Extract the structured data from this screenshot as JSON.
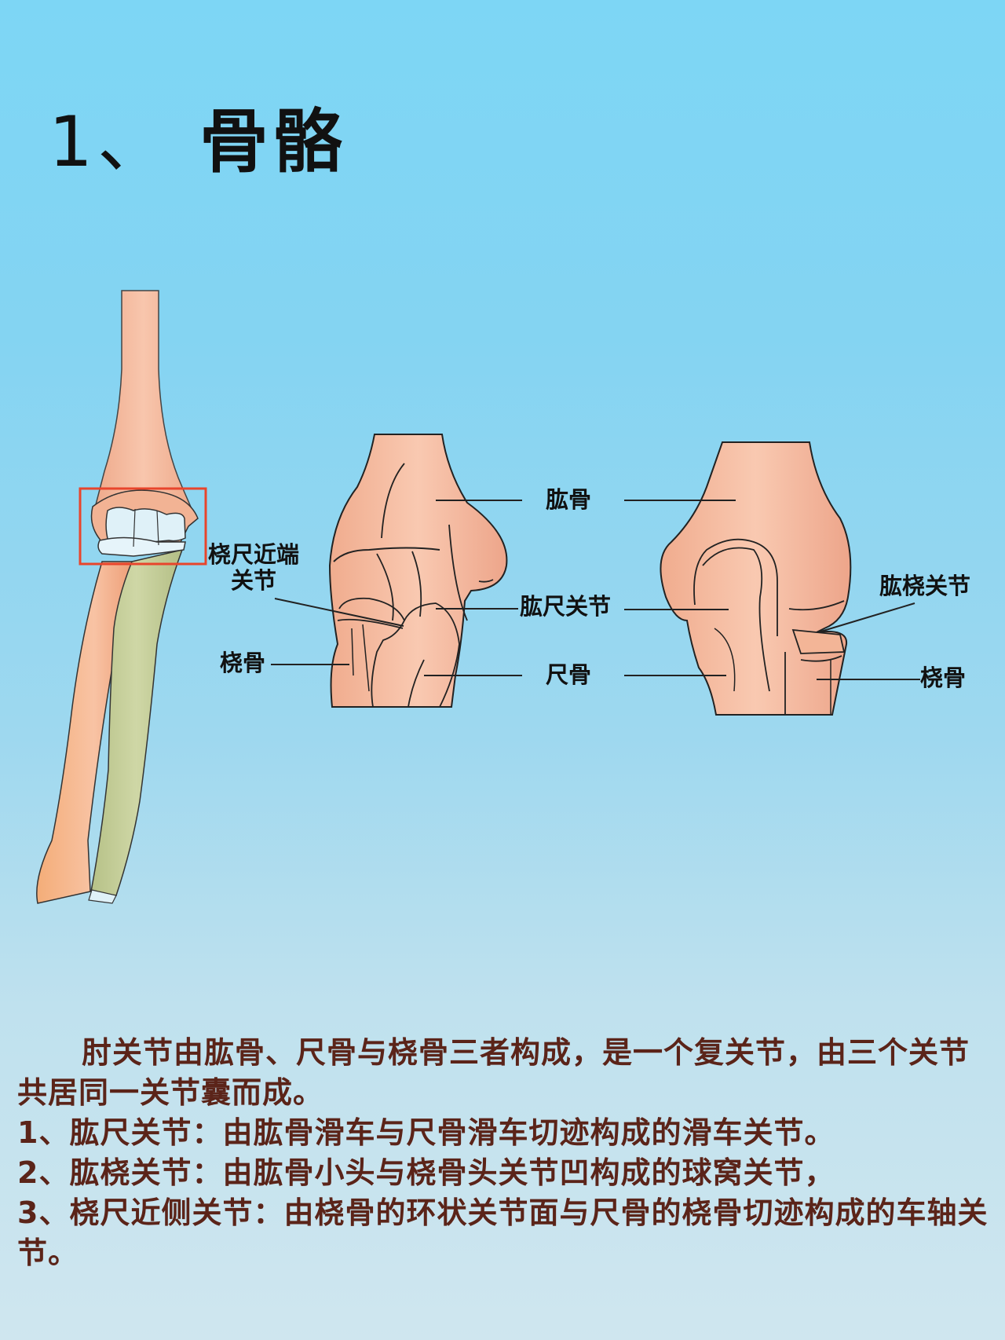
{
  "title": {
    "number": "1、",
    "text": "骨骼"
  },
  "diagram": {
    "left_figure": {
      "highlight_box_color": "#e8452c",
      "labels": {
        "proximal_radioulnar_line1": "桡尺近端",
        "proximal_radioulnar_line2": "关节",
        "radius": "桡骨"
      }
    },
    "middle_figure": {
      "labels": {
        "humerus": "肱骨",
        "humeroulnar": "肱尺关节",
        "ulna": "尺骨"
      }
    },
    "right_figure": {
      "labels": {
        "humeroradial": "肱桡关节",
        "radius": "桡骨"
      }
    },
    "colors": {
      "humerus": "#f3b89a",
      "radius": "#f5b27e",
      "ulna": "#c2cc95",
      "cartilage": "#dff1f8"
    }
  },
  "description": {
    "intro": "肘关节由肱骨、尺骨与桡骨三者构成，是一个复关节，由三个关节共居同一关节囊而成。",
    "items": [
      "1、肱尺关节：由肱骨滑车与尺骨滑车切迹构成的滑车关节。",
      "2、肱桡关节：由肱骨小头与桡骨头关节凹构成的球窝关节，",
      "3、桡尺近侧关节：由桡骨的环状关节面与尺骨的桡骨切迹构成的车轴关节。"
    ],
    "text_color": "#5b2419"
  }
}
